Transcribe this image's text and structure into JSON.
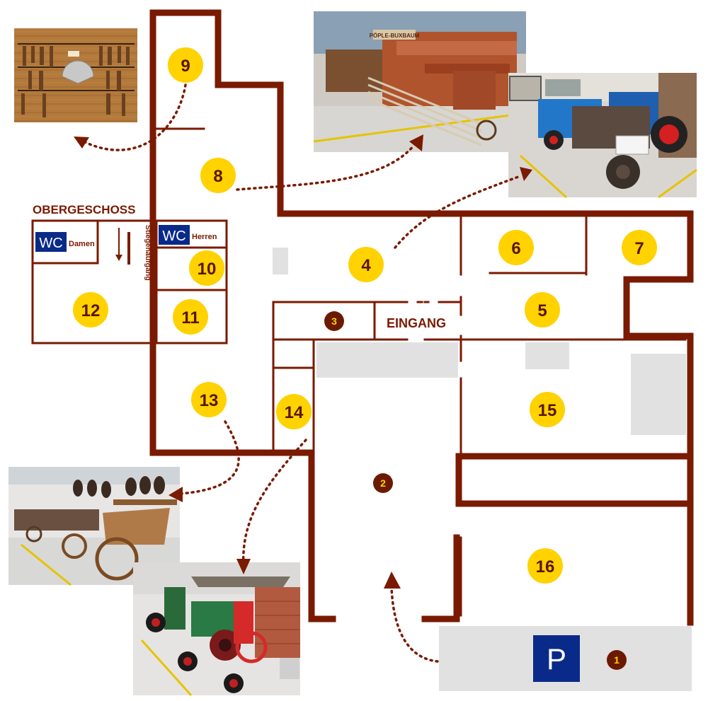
{
  "colors": {
    "wall": "#7a1a00",
    "badge_yellow": "#ffd200",
    "badge_brown": "#6b1a00",
    "wc_blue": "#0a2a8a",
    "parking_blue": "#0a2a8a",
    "grey_area": "#e1e1e1"
  },
  "floor_label": "OBERGESCHOSS",
  "entrance_label": "EINGANG",
  "stairs_label": "Stiegenaufgang",
  "wc_women": {
    "badge": "WC",
    "label": "Damen"
  },
  "wc_men": {
    "badge": "WC",
    "label": "Herren"
  },
  "parking": {
    "symbol": "P",
    "number": "1"
  },
  "rooms": {
    "r2": "2",
    "r3": "3",
    "r4": "4",
    "r5": "5",
    "r6": "6",
    "r7": "7",
    "r8": "8",
    "r9": "9",
    "r10": "10",
    "r11": "11",
    "r12": "12",
    "r13": "13",
    "r14": "14",
    "r15": "15",
    "r16": "16"
  },
  "photo_signs": {
    "thresher_banner": "PÖPLE-BUXBAUM"
  },
  "photos": [
    {
      "id": "tools-wall",
      "subject": "hand tools on pegboard"
    },
    {
      "id": "thresher",
      "subject": "threshing machine"
    },
    {
      "id": "tractors",
      "subject": "vintage tractors"
    },
    {
      "id": "wagons",
      "subject": "wooden carts and harnesses"
    },
    {
      "id": "engines",
      "subject": "stationary engines"
    }
  ]
}
